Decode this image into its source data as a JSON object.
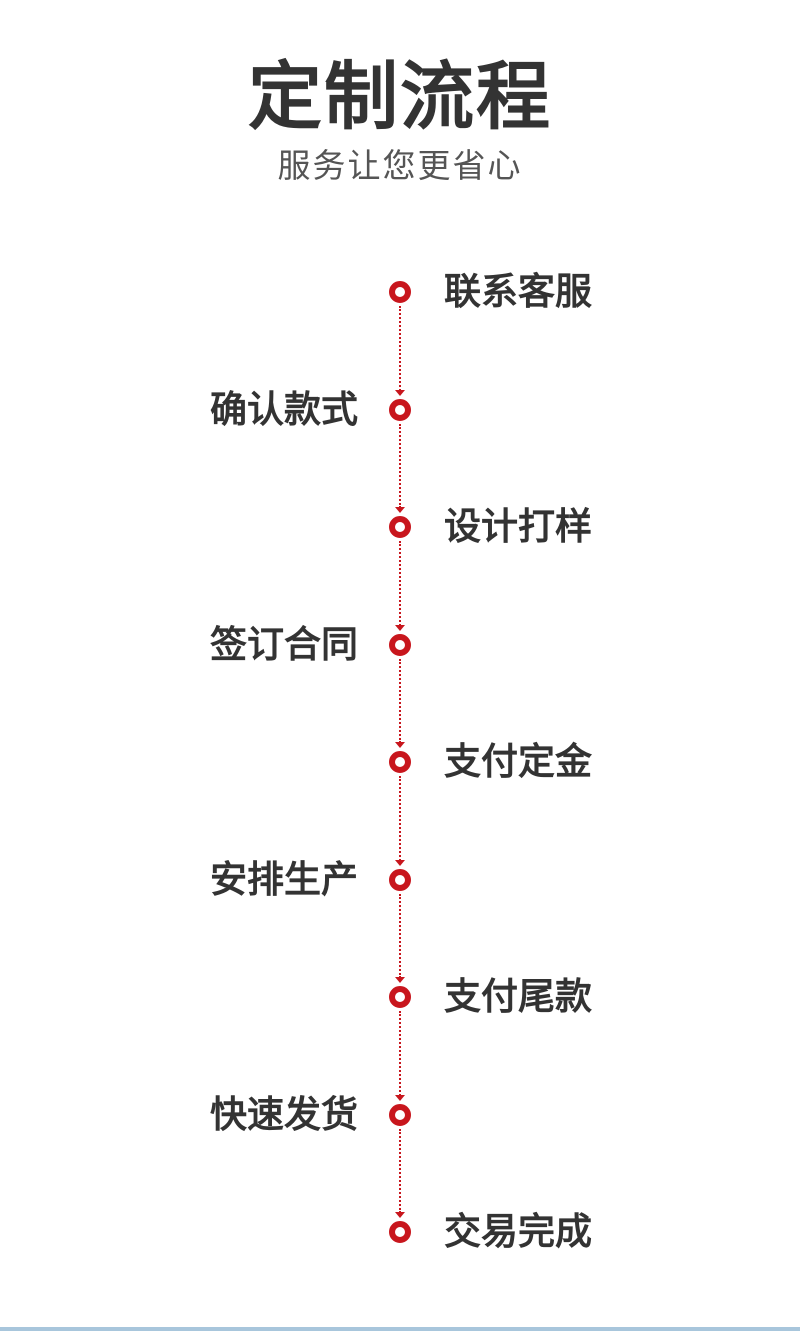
{
  "header": {
    "title": "定制流程",
    "subtitle": "服务让您更省心"
  },
  "steps": [
    {
      "label": "联系客服",
      "side": "right"
    },
    {
      "label": "确认款式",
      "side": "left"
    },
    {
      "label": "设计打样",
      "side": "right"
    },
    {
      "label": "签订合同",
      "side": "left"
    },
    {
      "label": "支付定金",
      "side": "right"
    },
    {
      "label": "安排生产",
      "side": "left"
    },
    {
      "label": "支付尾款",
      "side": "right"
    },
    {
      "label": "快速发货",
      "side": "left"
    },
    {
      "label": "交易完成",
      "side": "right"
    }
  ],
  "colors": {
    "accent": "#c8161d",
    "text": "#333333",
    "subtitle": "#555555"
  },
  "icons": {
    "node": "ring-icon",
    "connector": "dotted-arrow-down-icon"
  }
}
